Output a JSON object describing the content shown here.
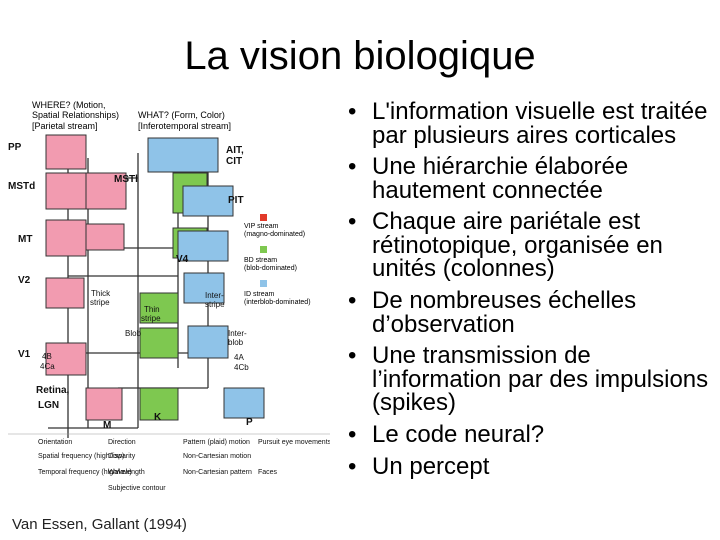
{
  "slide": {
    "title": "La vision biologique",
    "caption": "Van Essen, Gallant (1994)",
    "bullets": [
      "L'information visuelle est traitée par plusieurs aires corticales",
      "Une hiérarchie élaborée hautement connectée",
      "Chaque aire pariétale est rétinotopique, organisée en unités (colonnes)",
      "De nombreuses échelles d’observation",
      "Une transmission de l’information par des impulsions (spikes)",
      "Le code neural?",
      "Un percept"
    ]
  },
  "figure": {
    "headers": {
      "where_1": "WHERE? (Motion,",
      "where_2": "Spatial Relationships)",
      "where_3": "[Parietal stream]",
      "what_1": "WHAT? (Form, Color)",
      "what_2": "[Inferotemporal stream]"
    },
    "areas": {
      "pp": "PP",
      "mstd": "MSTd",
      "msti": "MSTl",
      "mt": "MT",
      "v2": "V2",
      "v1": "V1",
      "retina": "Retina,",
      "lgn": "LGN",
      "ait": "AIT,",
      "cit": "CIT",
      "pit": "PIT",
      "v4": "V4",
      "thick": "Thick",
      "thick2": "stripe",
      "thin": "Thin",
      "thin2": "stripe",
      "inter": "Inter-",
      "inter2": "stripe",
      "blob": "Blob",
      "interblob": "Inter-",
      "interblob2": "blob",
      "l4b": "4B",
      "l4ca": "4Ca",
      "l4a": "4A",
      "l4cb": "4Cb",
      "m": "M",
      "k": "K",
      "p": "P"
    },
    "legend": {
      "vip": "VIP stream",
      "vip2": "(magno-dominated)",
      "bd": "BD stream",
      "bd2": "(blob-dominated)",
      "id": "ID stream",
      "id2": "(interblob-dominated)"
    },
    "key": [
      "Orientation",
      "Direction",
      "Pattern (plaid) motion",
      "Pursuit eye movements",
      "Spatial frequency (high/low)",
      "Disparity",
      "Non-Cartesian motion",
      "Temporal frequency (high/low)",
      "Wavelength",
      "Non-Cartesian pattern",
      "Faces",
      "Subjective contour"
    ],
    "colors": {
      "green": "#7ec850",
      "blue": "#8fc3e8",
      "pink": "#f29bb0",
      "red": "#e23a2a",
      "line": "#333333"
    }
  }
}
